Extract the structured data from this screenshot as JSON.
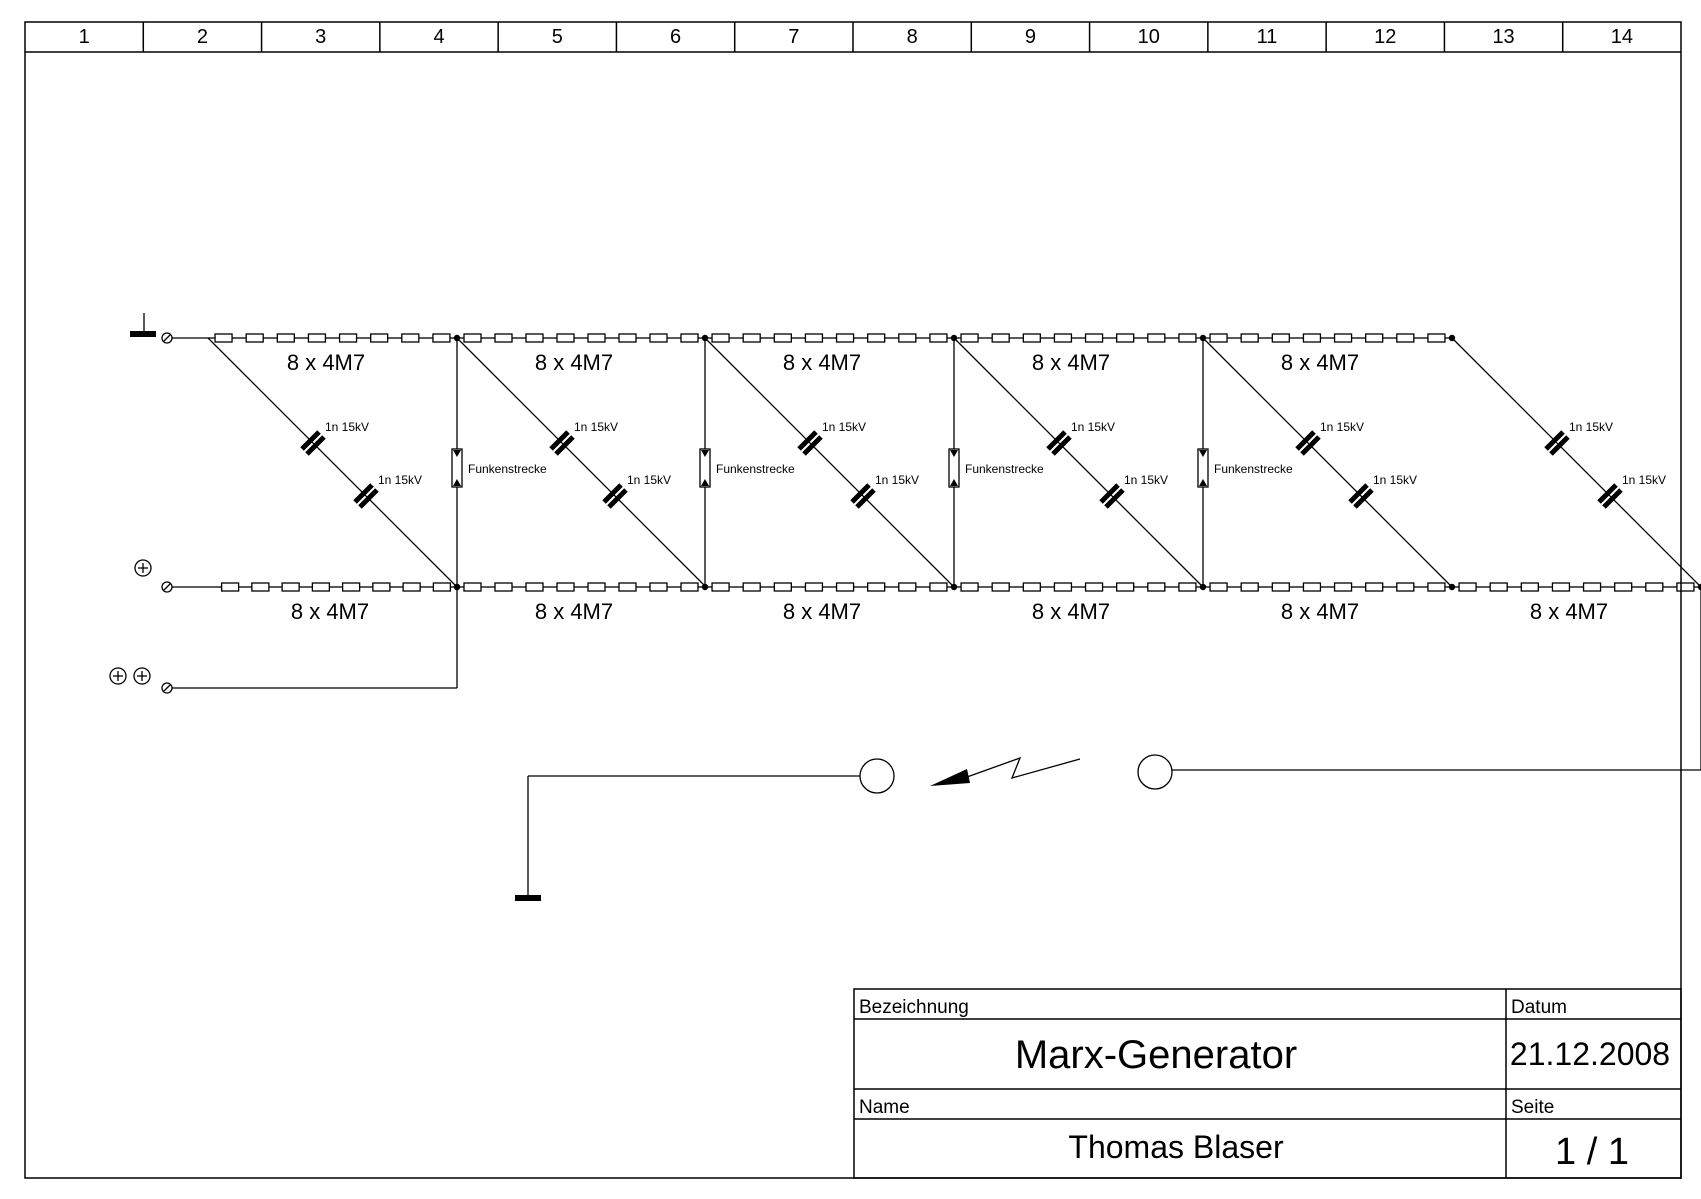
{
  "frame": {
    "column_numbers": [
      "1",
      "2",
      "3",
      "4",
      "5",
      "6",
      "7",
      "8",
      "9",
      "10",
      "11",
      "12",
      "13",
      "14"
    ]
  },
  "title_block": {
    "designation_header": "Bezeichnung",
    "title": "Marx-Generator",
    "date_header": "Datum",
    "date": "21.12.2008",
    "name_header": "Name",
    "author": "Thomas Blaser",
    "page_header": "Seite",
    "page": "1 / 1"
  },
  "schematic": {
    "resistor_string_label": "8 x 4M7",
    "capacitor_label": "1n 15kV",
    "spark_gap_label": "Funkenstrecke",
    "stages": 5,
    "resistors_per_string": 8,
    "terminals": [
      {
        "id": "ground-terminal",
        "symbol": "ground"
      },
      {
        "id": "plus-terminal",
        "symbol": "⊕"
      },
      {
        "id": "double-plus-terminal",
        "symbol": "⊕⊕"
      }
    ]
  }
}
